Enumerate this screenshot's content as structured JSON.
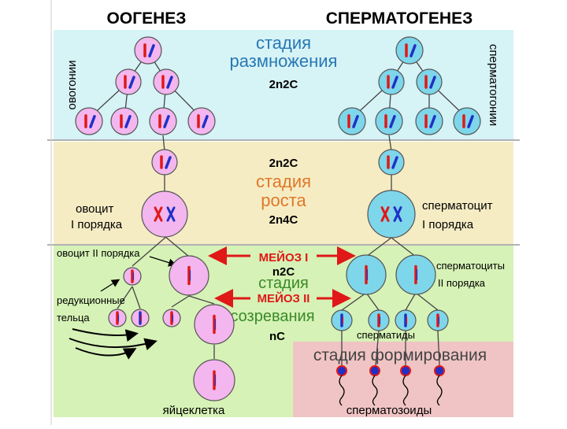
{
  "titles": {
    "left": "ООГЕНЕЗ",
    "right": "СПЕРМАТОГЕНЕЗ"
  },
  "stages": {
    "reproduction": {
      "line1": "стадия",
      "line2": "размножения",
      "ploidy": "2n2C"
    },
    "growth": {
      "ploidy_top": "2n2C",
      "line1": "стадия",
      "line2": "роста",
      "ploidy_bottom": "2n4C"
    },
    "maturation": {
      "ploidy_meiosis1": "n2C",
      "line1": "стадия",
      "line2": "созревания",
      "ploidy_after": "nC"
    },
    "formation": {
      "label": "стадия формирования"
    }
  },
  "meiosis": {
    "first": "МЕЙОЗ I",
    "second": "МЕЙОЗ II"
  },
  "oogenesis_labels": {
    "oogonia": "овогонии",
    "oocyte1_line1": "овоцит",
    "oocyte1_line2": "I порядка",
    "oocyte2": "овоцит II порядка",
    "polar_line1": "редукционные",
    "polar_line2": "тельца",
    "egg": "яйцеклетка"
  },
  "spermatogenesis_labels": {
    "spermatogonia": "сперматогонии",
    "spermatocyte1_line1": "сперматоцит",
    "spermatocyte1_line2": "I порядка",
    "spermatocyte2_line1": "сперматоциты",
    "spermatocyte2_line2": "II порядка",
    "spermatids": "сперматиды",
    "spermatozoa": "сперматозоиды"
  },
  "colors": {
    "band_reproduction": "#d6f3f6",
    "band_growth": "#f5ecc4",
    "band_maturation": "#d6f2b6",
    "band_formation": "#f0c4c4",
    "egg_cell": "#f3b6ee",
    "sperm_cell": "#7ed6ea",
    "chrom_red": "#e01818",
    "chrom_blue": "#2030c8",
    "meiosis_text": "#e01818"
  }
}
